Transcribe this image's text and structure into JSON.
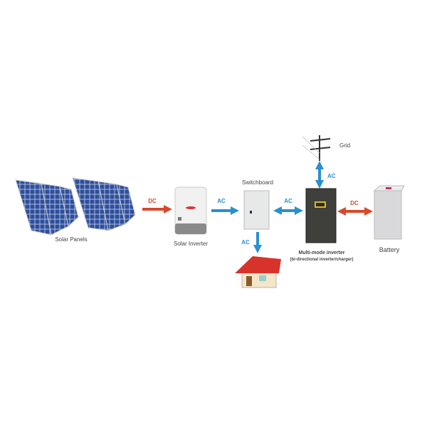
{
  "nodes": {
    "solar_panels": "Solar Panels",
    "solar_inverter": "Solar Inverter",
    "switchboard": "Switchboard",
    "multi_mode_inverter": "Multi-mode inverter",
    "multi_mode_inverter_sub": "(bi-directional inverter/charger)",
    "battery": "Battery",
    "grid": "Grid"
  },
  "flows": {
    "panels_to_inverter": "DC",
    "inverter_to_switchboard": "AC",
    "switchboard_to_house": "AC",
    "switchboard_to_multimode": "AC",
    "grid_to_multimode": "AC",
    "multimode_to_battery": "DC"
  },
  "colors": {
    "ac": "#2a8fd0",
    "dc": "#d9482b",
    "panel": "#2e4f9c",
    "roof": "#d8332b"
  }
}
